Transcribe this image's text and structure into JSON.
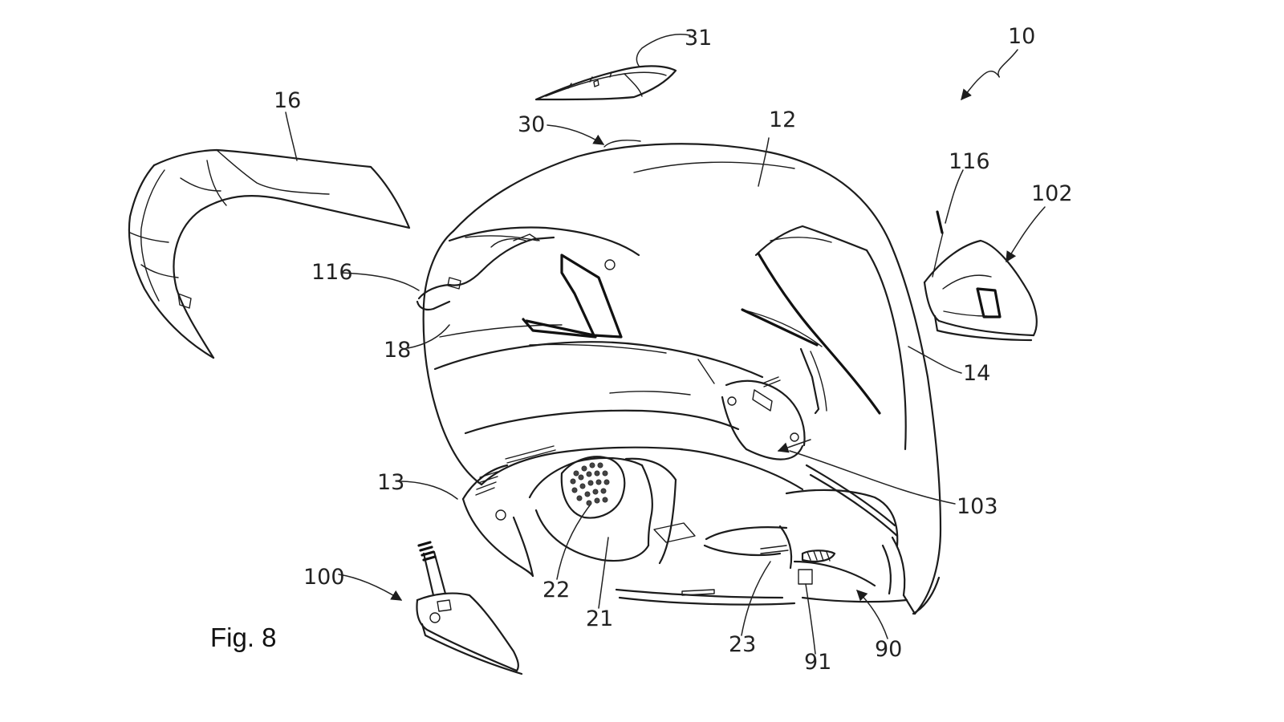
{
  "figure": {
    "caption": "Fig. 8"
  },
  "labels": {
    "l10": "10",
    "l31": "31",
    "l30": "30",
    "l16": "16",
    "l12": "12",
    "l116a": "116",
    "l116b": "116",
    "l102": "102",
    "l18": "18",
    "l14": "14",
    "l13": "13",
    "l103": "103",
    "l100": "100",
    "l22": "22",
    "l21": "21",
    "l23": "23",
    "l91": "91",
    "l90": "90"
  },
  "colors": {
    "line": "#1c1c1c",
    "background": "#ffffff"
  }
}
